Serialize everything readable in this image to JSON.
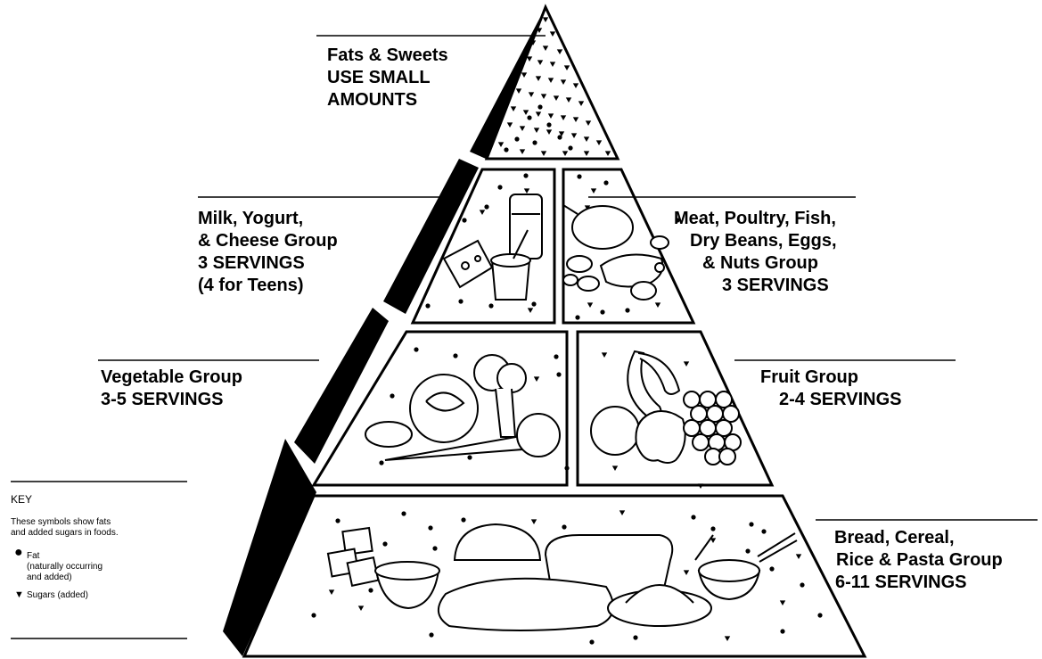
{
  "groups": {
    "fats": {
      "lines": [
        "Fats & Sweets",
        "USE SMALL",
        "AMOUNTS"
      ]
    },
    "milk": {
      "lines": [
        "Milk, Yogurt,",
        "& Cheese Group",
        "3 SERVINGS",
        "(4 for Teens)"
      ]
    },
    "meat": {
      "lines": [
        "Meat, Poultry, Fish,",
        "Dry Beans, Eggs,",
        "& Nuts Group",
        "3 SERVINGS"
      ]
    },
    "vegetable": {
      "lines": [
        "Vegetable Group",
        "3-5 SERVINGS"
      ]
    },
    "fruit": {
      "lines": [
        "Fruit Group",
        "2-4 SERVINGS"
      ]
    },
    "bread": {
      "lines": [
        "Bread, Cereal,",
        "Rice & Pasta Group",
        "6-11 SERVINGS"
      ]
    }
  },
  "key": {
    "title": "KEY",
    "description_line1": "These symbols show fats",
    "description_line2": "and added sugars in foods.",
    "fat_label": "Fat",
    "fat_note_line1": "(naturally occurring",
    "fat_note_line2": "and added)",
    "sugar_label": "Sugars (added)",
    "fat_symbol": "●",
    "sugar_symbol": "▼"
  },
  "colors": {
    "ink": "#000000",
    "paper": "#ffffff"
  }
}
